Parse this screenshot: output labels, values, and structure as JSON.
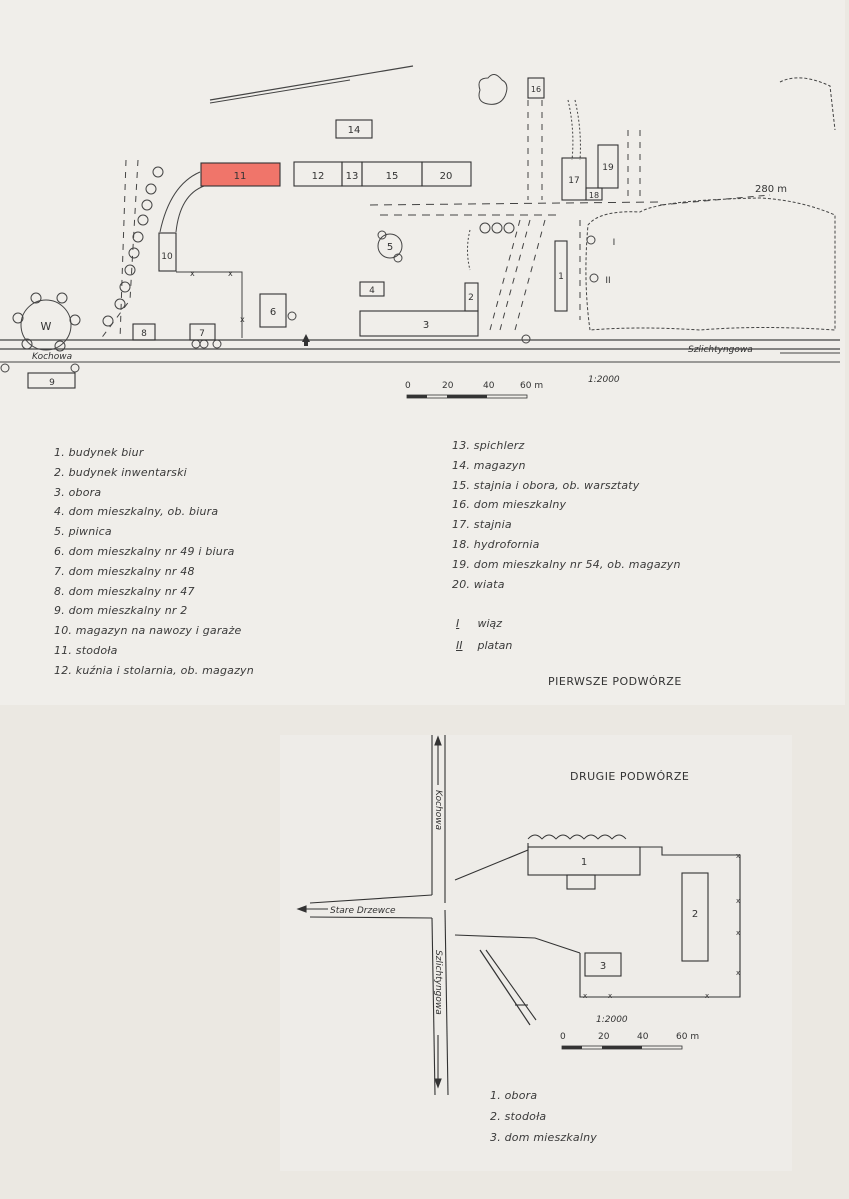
{
  "map_top": {
    "title": "PIERWSZE PODWÓRZE",
    "streets": {
      "left": "Kochowa",
      "right": "Szlichtyngowa"
    },
    "distance": "280 m",
    "scale_ratio": "1:2000",
    "scale_ticks": [
      "0",
      "20",
      "40",
      "60 m"
    ],
    "buildings": {
      "b1": "1",
      "b2": "2",
      "b3": "3",
      "b4": "4",
      "b5": "5",
      "b6": "6",
      "b7": "7",
      "b8": "8",
      "b9": "9",
      "b10": "10",
      "b11": "11",
      "b12": "12",
      "b13": "13",
      "b14": "14",
      "b15": "15",
      "b16": "16",
      "b17": "17",
      "b18": "18",
      "b19": "19",
      "b20": "20",
      "bw": "W"
    },
    "tree_marks": {
      "t1": "I",
      "t2": "II"
    },
    "highlight_color": "#f0756a",
    "legend_left": [
      "1. budynek biur",
      "2. budynek inwentarski",
      "3. obora",
      "4. dom mieszkalny, ob. biura",
      "5. piwnica",
      "6. dom mieszkalny nr 49 i biura",
      "7. dom mieszkalny nr 48",
      "8. dom mieszkalny nr 47",
      "9. dom mieszkalny nr 2",
      "10. magazyn na nawozy i garaże",
      "11. stodoła",
      "12. kuźnia i stolarnia, ob. magazyn"
    ],
    "legend_right": [
      "13. spichlerz",
      "14. magazyn",
      "15. stajnia i obora, ob. warsztaty",
      "16. dom mieszkalny",
      "17. stajnia",
      "18. hydrofornia",
      "19. dom mieszkalny nr 54, ob. magazyn",
      "20. wiata"
    ],
    "trees": [
      {
        "num": "I",
        "name": "wiąz"
      },
      {
        "num": "II",
        "name": "platan"
      }
    ]
  },
  "map_bottom": {
    "title": "DRUGIE PODWÓRZE",
    "streets": {
      "north": "Kochowa",
      "south": "Szlichtyngowa",
      "west": "Stare Drzewce"
    },
    "scale_ratio": "1:2000",
    "scale_ticks": [
      "0",
      "20",
      "40",
      "60 m"
    ],
    "buildings": {
      "b1": "1",
      "b2": "2",
      "b3": "3"
    },
    "legend": [
      "1. obora",
      "2. stodoła",
      "3. dom mieszkalny"
    ]
  }
}
